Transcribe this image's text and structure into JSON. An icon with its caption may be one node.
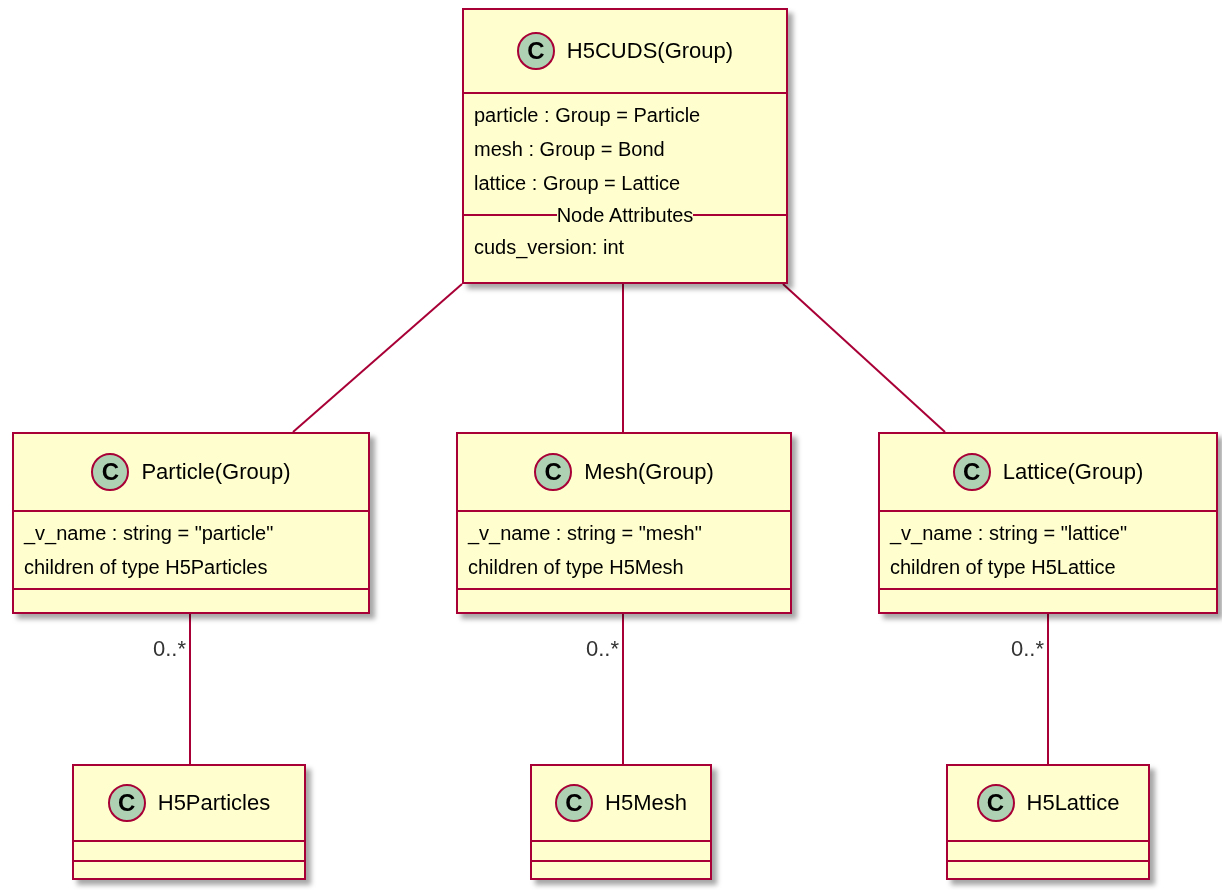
{
  "diagram": {
    "nodes": [
      {
        "text": [
          "C",
          "H5CUDS(Group)",
          "particle : Group = Particle",
          "mesh : Group = Bond",
          "lattice : Group = Lattice",
          "Node Attributes",
          "cuds_version: int"
        ]
      },
      {
        "text": [
          "C",
          "Particle(Group)",
          "_v_name : string = \"particle\"",
          "children of type H5Particles"
        ]
      },
      {
        "text": [
          "C",
          "Mesh(Group)",
          "_v_name : string = \"mesh\"",
          "children of type H5Mesh"
        ]
      },
      {
        "text": [
          "C",
          "Lattice(Group)",
          "_v_name : string = \"lattice\"",
          "children of type H5Lattice"
        ]
      },
      {
        "text": [
          "C",
          "H5Particles"
        ]
      },
      {
        "text": [
          "C",
          "H5Mesh"
        ]
      },
      {
        "text": [
          "C",
          "H5Lattice"
        ]
      }
    ],
    "edges": [
      {
        "from": 0,
        "to": 1,
        "arrow": "none"
      },
      {
        "from": 0,
        "to": 2,
        "arrow": "none"
      },
      {
        "from": 0,
        "to": 3,
        "arrow": "none"
      },
      {
        "from": 1,
        "to": 4,
        "arrow": "none",
        "label": "0..*"
      },
      {
        "from": 2,
        "to": 5,
        "arrow": "none",
        "label": "0..*"
      },
      {
        "from": 3,
        "to": 6,
        "arrow": "none",
        "label": "0..*"
      }
    ]
  }
}
